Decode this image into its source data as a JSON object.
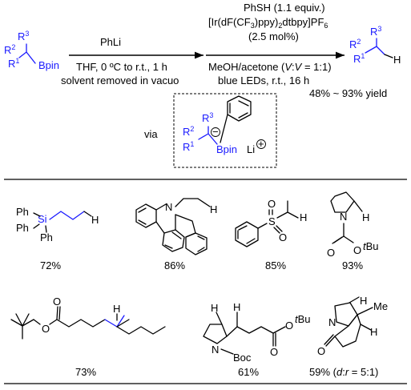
{
  "reaction": {
    "substrate": {
      "r1": "R",
      "r1_sub": "1",
      "r2": "R",
      "r2_sub": "2",
      "r3": "R",
      "r3_sub": "3",
      "bpin": "Bpin"
    },
    "step1": {
      "reagent": "PhLi",
      "conditions": "THF, 0 ºC to r.t., 1 h",
      "workup": "solvent removed in vacuo"
    },
    "step2": {
      "thiol": "PhSH (1.1 equiv.)",
      "catalyst_pre": "[Ir(dF(CF",
      "catalyst_sub1": "3",
      "catalyst_mid": ")ppy)",
      "catalyst_sub2": "2",
      "catalyst_post": "dtbpy]PF",
      "catalyst_sub3": "6",
      "loading": "(2.5 mol%)",
      "solvent_pre": "MeOH/acetone (",
      "solvent_v1": "V",
      "solvent_colon": ":",
      "solvent_v2": "V",
      "solvent_post": " = 1:1)",
      "light": "blue LEDs, r.t., 16 h"
    },
    "product": {
      "r1": "R",
      "r1_sub": "1",
      "r2": "R",
      "r2_sub": "2",
      "r3": "R",
      "r3_sub": "3",
      "h": "H"
    },
    "yield_range": "48% ~ 93% yield",
    "intermediate": {
      "via": "via",
      "r1": "R",
      "r1_sub": "1",
      "r2": "R",
      "r2_sub": "2",
      "r3": "R",
      "r3_sub": "3",
      "bpin": "Bpin",
      "li": "Li",
      "minus": "−",
      "plus": "+"
    }
  },
  "examples": {
    "silane": {
      "ph1": "Ph",
      "ph2": "Ph",
      "ph3": "Ph",
      "si": "Si",
      "h": "H",
      "yield": "72%"
    },
    "carbazole": {
      "n": "N",
      "h": "H",
      "yield": "86%"
    },
    "sulfone": {
      "s": "S",
      "o1": "O",
      "o2": "O",
      "h": "H",
      "yield": "85%"
    },
    "pyrrolidine": {
      "n": "N",
      "o": "O",
      "h": "H",
      "tbu_t": "t",
      "tbu": "Bu",
      "yield": "93%"
    },
    "ester": {
      "o1": "O",
      "o2": "O",
      "h": "H",
      "yield": "73%"
    },
    "boc_pyrrolidine": {
      "n": "N",
      "boc": "Boc",
      "h1": "H",
      "h2": "H",
      "o1": "O",
      "o2": "O",
      "tbu_t": "t",
      "tbu": "Bu",
      "yield": "61%"
    },
    "indolizidine": {
      "n": "N",
      "o": "O",
      "h1": "H",
      "h2": "H",
      "me": "Me",
      "yield_pre": "59% (",
      "dr_d": "d",
      "dr_colon": ":",
      "dr_r": "r",
      "yield_post": " = 5:1)"
    }
  }
}
